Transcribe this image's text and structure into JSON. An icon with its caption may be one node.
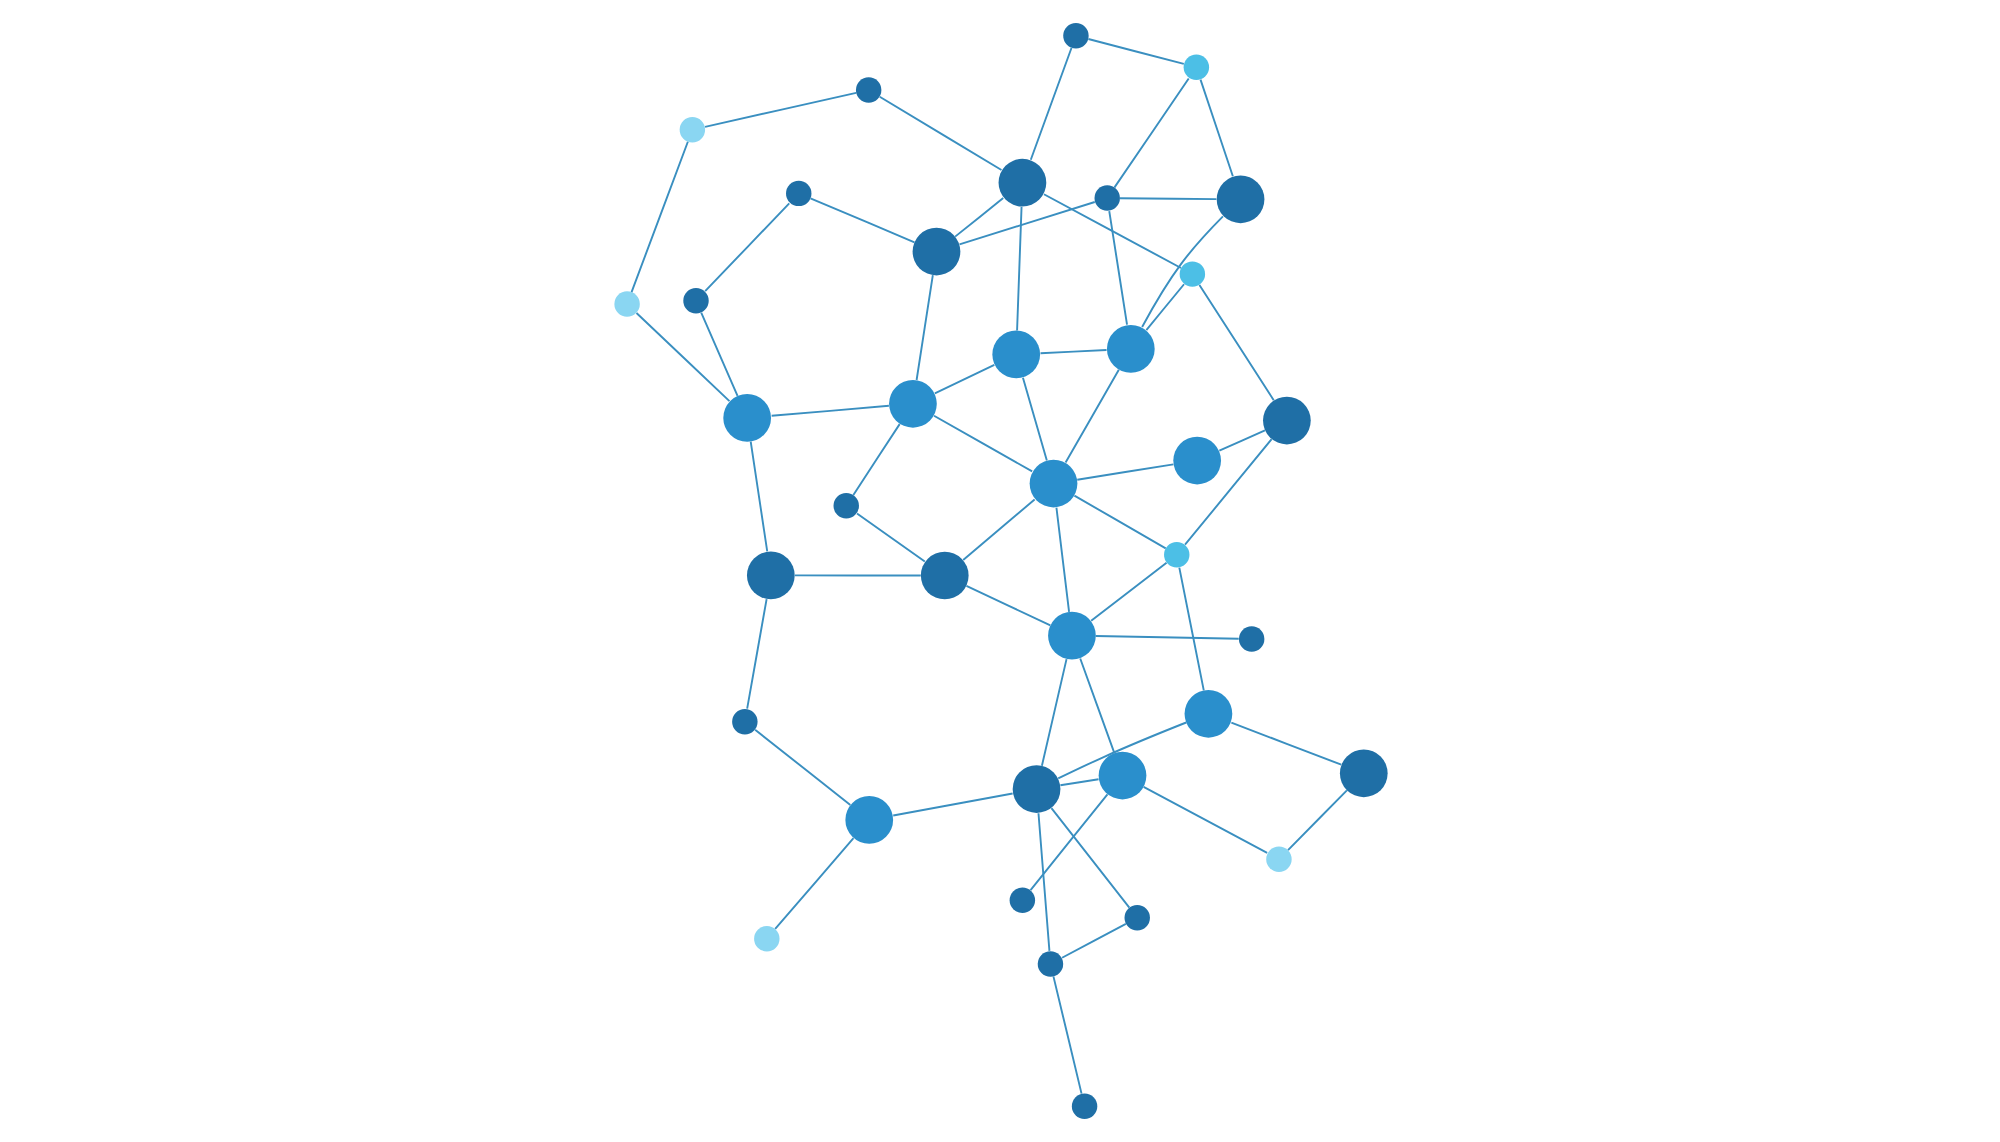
{
  "diagram": {
    "nodes": [
      {
        "text": [],
        "shape": "circle"
      },
      {
        "text": [],
        "shape": "circle"
      },
      {
        "text": [],
        "shape": "circle"
      },
      {
        "text": [],
        "shape": "circle"
      },
      {
        "text": [],
        "shape": "circle"
      },
      {
        "text": [],
        "shape": "circle"
      },
      {
        "text": [],
        "shape": "circle"
      },
      {
        "text": [],
        "shape": "circle"
      },
      {
        "text": [],
        "shape": "circle"
      },
      {
        "text": [],
        "shape": "circle"
      },
      {
        "text": [],
        "shape": "circle"
      },
      {
        "text": [],
        "shape": "circle"
      },
      {
        "text": [],
        "shape": "circle"
      },
      {
        "text": [],
        "shape": "circle"
      },
      {
        "text": [],
        "shape": "circle"
      },
      {
        "text": [],
        "shape": "circle"
      },
      {
        "text": [],
        "shape": "circle"
      },
      {
        "text": [],
        "shape": "circle"
      },
      {
        "text": [],
        "shape": "circle"
      },
      {
        "text": [],
        "shape": "circle"
      },
      {
        "text": [],
        "shape": "circle"
      },
      {
        "text": [],
        "shape": "circle"
      },
      {
        "text": [],
        "shape": "circle"
      },
      {
        "text": [],
        "shape": "circle"
      },
      {
        "text": [],
        "shape": "circle"
      },
      {
        "text": [],
        "shape": "circle"
      },
      {
        "text": [],
        "shape": "circle"
      },
      {
        "text": [],
        "shape": "circle"
      },
      {
        "text": [],
        "shape": "circle"
      },
      {
        "text": [],
        "shape": "circle"
      },
      {
        "text": [],
        "shape": "circle"
      },
      {
        "text": [],
        "shape": "circle"
      },
      {
        "text": [],
        "shape": "circle"
      },
      {
        "text": [],
        "shape": "circle"
      },
      {
        "text": [],
        "shape": "circle"
      },
      {
        "text": [],
        "shape": "circle"
      },
      {
        "text": [],
        "shape": "circle"
      }
    ],
    "edges": [
      {
        "from": 0,
        "to": 1,
        "arrow": "none"
      },
      {
        "from": 1,
        "to": 2,
        "arrow": "none"
      },
      {
        "from": 2,
        "to": 3,
        "arrow": "none"
      },
      {
        "from": 3,
        "to": 4,
        "arrow": "none"
      },
      {
        "from": 4,
        "to": 5,
        "arrow": "none"
      },
      {
        "from": 5,
        "to": 6,
        "arrow": "none"
      },
      {
        "from": 3,
        "to": 10,
        "arrow": "none"
      },
      {
        "from": 10,
        "to": 22,
        "arrow": "none"
      },
      {
        "from": 22,
        "to": 31,
        "arrow": "none"
      },
      {
        "from": 31,
        "to": 35,
        "arrow": "none"
      },
      {
        "from": 9,
        "to": 21,
        "arrow": "none"
      },
      {
        "from": 21,
        "to": 30,
        "arrow": "none"
      },
      {
        "from": 1,
        "to": 15,
        "arrow": "none"
      },
      {
        "from": 15,
        "to": 25,
        "arrow": "none"
      },
      {
        "from": 25,
        "to": 29,
        "arrow": "none"
      },
      {
        "from": 4,
        "to": 16,
        "arrow": "none"
      },
      {
        "from": 16,
        "to": 23,
        "arrow": "none"
      },
      {
        "from": 23,
        "to": 32,
        "arrow": "none"
      },
      {
        "from": 32,
        "to": 36,
        "arrow": "none"
      },
      {
        "from": 12,
        "to": 17,
        "arrow": "none"
      },
      {
        "from": 17,
        "to": 26,
        "arrow": "none"
      },
      {
        "from": 26,
        "to": 33,
        "arrow": "none"
      },
      {
        "from": 6,
        "to": 18,
        "arrow": "none"
      },
      {
        "from": 18,
        "to": 24,
        "arrow": "none"
      },
      {
        "from": 14,
        "to": 15,
        "arrow": "none"
      },
      {
        "from": 16,
        "to": 17,
        "arrow": "none"
      },
      {
        "from": 19,
        "to": 20,
        "arrow": "none"
      },
      {
        "from": 20,
        "to": 21,
        "arrow": "none"
      },
      {
        "from": 21,
        "to": 22,
        "arrow": "none"
      },
      {
        "from": 22,
        "to": 23,
        "arrow": "none"
      },
      {
        "from": 23,
        "to": 24,
        "arrow": "none"
      },
      {
        "from": 28,
        "to": 29,
        "arrow": "none"
      },
      {
        "from": 32,
        "to": 33,
        "arrow": "none"
      },
      {
        "from": 33,
        "to": 34,
        "arrow": "none"
      },
      {
        "from": 35,
        "to": 36,
        "arrow": "none"
      },
      {
        "from": 15,
        "to": 21,
        "arrow": "none"
      },
      {
        "from": 8,
        "to": 15,
        "arrow": "none"
      },
      {
        "from": 14,
        "to": 8,
        "arrow": "none"
      },
      {
        "from": 7,
        "to": 8,
        "arrow": "none"
      },
      {
        "from": 20,
        "to": 15,
        "arrow": "none"
      },
      {
        "from": 20,
        "to": 28,
        "arrow": "none"
      },
      {
        "from": 21,
        "to": 10,
        "arrow": "none"
      },
      {
        "from": 22,
        "to": 16,
        "arrow": "none"
      },
      {
        "from": 22,
        "to": 30,
        "arrow": "none"
      },
      {
        "from": 22,
        "to": 32,
        "arrow": "none"
      },
      {
        "from": 10,
        "to": 11,
        "arrow": "none"
      },
      {
        "from": 11,
        "to": 16,
        "arrow": "none"
      },
      {
        "from": 17,
        "to": 24,
        "arrow": "none"
      },
      {
        "from": 24,
        "to": 27,
        "arrow": "none"
      },
      {
        "from": 27,
        "to": 34,
        "arrow": "none"
      },
      {
        "from": 4,
        "to": 13,
        "arrow": "none"
      },
      {
        "from": 12,
        "to": 13,
        "arrow": "none"
      },
      {
        "from": 30,
        "to": 35,
        "arrow": "none"
      },
      {
        "from": 32,
        "to": 26,
        "arrow": "none"
      },
      {
        "from": 25,
        "to": 30,
        "arrow": "none"
      },
      {
        "from": 26,
        "to": 34,
        "arrow": "none"
      },
      {
        "from": 24,
        "to": 36,
        "arrow": "none"
      }
    ]
  }
}
